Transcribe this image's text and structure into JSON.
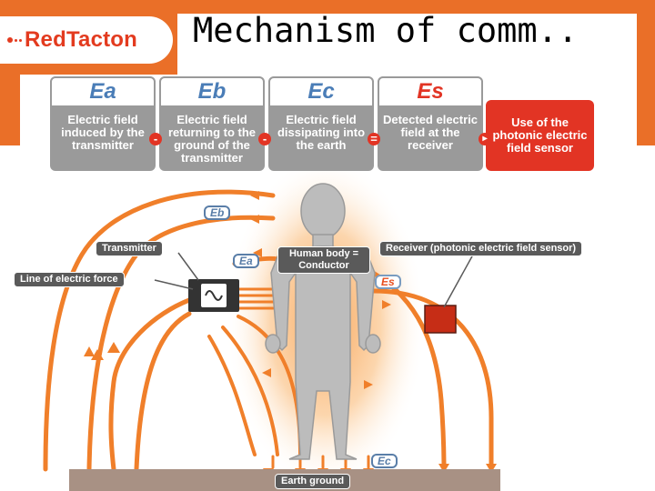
{
  "header": {
    "logo_text": "RedTacton",
    "title": "Mechanism of comm.."
  },
  "cards": [
    {
      "symbol": "Ea",
      "text": "Electric field induced by the transmitter"
    },
    {
      "symbol": "Eb",
      "text": "Electric field returning to the ground of the transmitter"
    },
    {
      "symbol": "Ec",
      "text": "Electric field dissipating into the earth"
    },
    {
      "symbol": "Es",
      "text": "Detected electric field at the receiver"
    }
  ],
  "result_card": {
    "text": "Use of the photonic electric field sensor"
  },
  "operators": [
    "-",
    "-",
    "=",
    "▸"
  ],
  "labels": {
    "transmitter": "Transmitter",
    "line_of_force": "Line of electric force",
    "human_body": "Human body = Conductor",
    "receiver": "Receiver (photonic electric field sensor)",
    "earth_ground": "Earth ground"
  },
  "tags": {
    "eb": "Eb",
    "ea": "Ea",
    "es": "Es",
    "ec": "Ec"
  },
  "colors": {
    "brand_orange": "#ea6f28",
    "field_orange": "#f07f2a",
    "accent_red": "#e23424",
    "symbol_blue": "#4a7db7",
    "card_gray": "#9a9a9a",
    "body_gray": "#bcbcbc",
    "label_dark": "#5a5a5a",
    "earth": "#a89184"
  },
  "icons": {
    "transmitter": "sine-wave-generator-icon",
    "receiver": "red-sensor-square-icon",
    "result_arrow": "play-arrow-icon"
  }
}
